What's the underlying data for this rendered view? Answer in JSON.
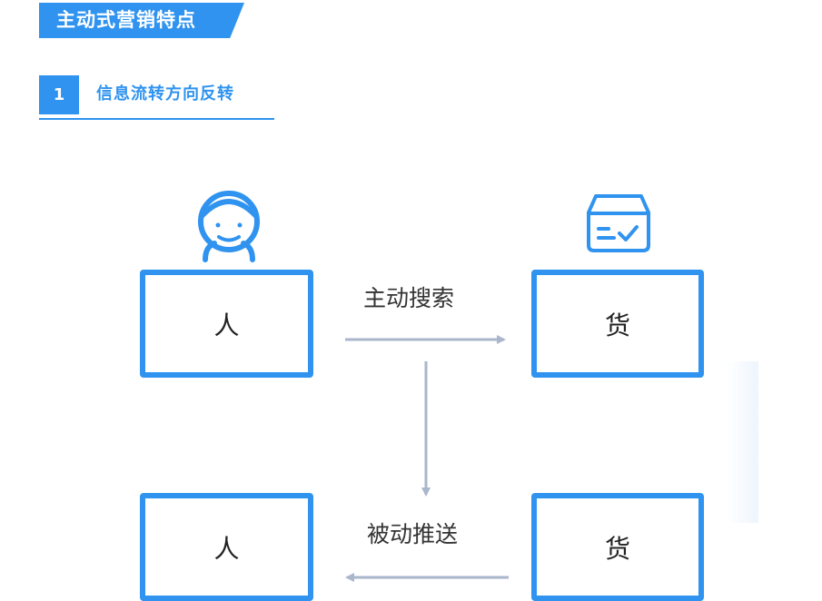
{
  "header": {
    "title": "主动式营销特点"
  },
  "section": {
    "number": "1",
    "label": "信息流转方向反转"
  },
  "diagram": {
    "nodes": {
      "person_top": "人",
      "goods_top": "货",
      "person_bottom": "人",
      "goods_bottom": "货"
    },
    "edges": {
      "top": "主动搜索",
      "bottom": "被动推送"
    }
  },
  "colors": {
    "accent": "#2f93ef",
    "arrow": "#a9b6cc",
    "text": "#333333"
  }
}
